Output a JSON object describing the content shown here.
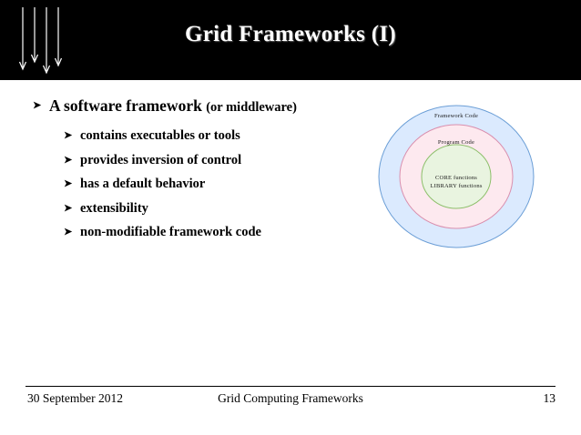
{
  "slide": {
    "title": "Grid Frameworks (I)",
    "colors": {
      "title_band": "#000000",
      "title_text": "#ffffff",
      "body_text": "#000000",
      "diagram_outer_fill": "#dbeafe",
      "diagram_outer_stroke": "#6b9ed6",
      "diagram_middle_fill": "#fde9ef",
      "diagram_middle_stroke": "#d98fae",
      "diagram_inner_fill": "#e9f4e0",
      "diagram_inner_stroke": "#8cbf6a"
    }
  },
  "bullets": {
    "main": "A software framework",
    "main_suffix": "(or middleware)",
    "items": [
      "contains executables or tools",
      "provides inversion of control",
      "has a default behavior",
      "extensibility",
      "non-modifiable framework code"
    ]
  },
  "diagram": {
    "outer_label": "Framework Code",
    "middle_label": "Program Code",
    "inner_label_1": "CORE functions",
    "inner_label_2": "LIBRARY functions"
  },
  "footer": {
    "date": "30 September 2012",
    "center": "Grid Computing Frameworks",
    "page": "13"
  }
}
